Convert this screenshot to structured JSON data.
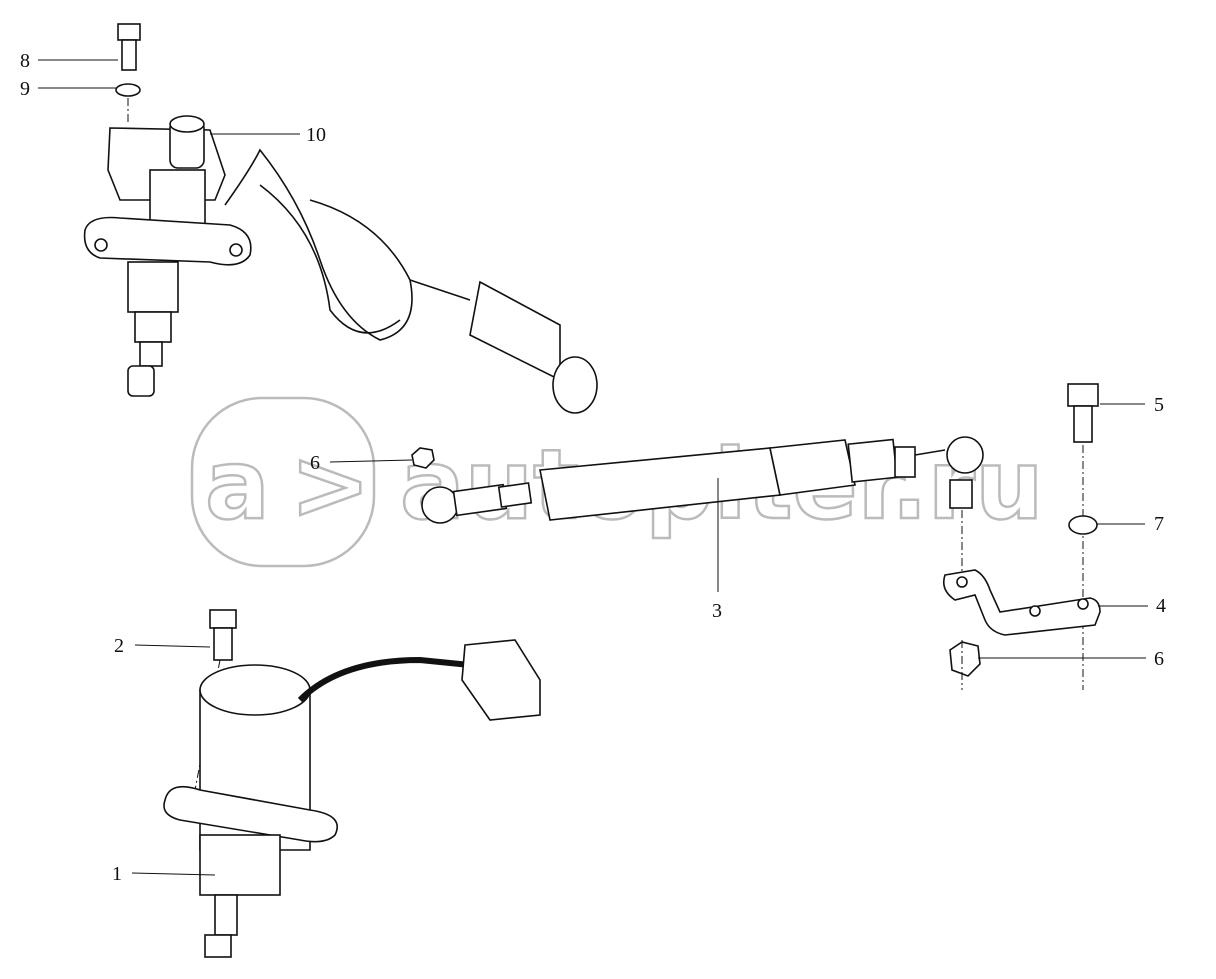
{
  "diagram": {
    "callouts": [
      {
        "id": "8",
        "part": "bolt"
      },
      {
        "id": "9",
        "part": "washer"
      },
      {
        "id": "10",
        "part": "solenoid-with-cable"
      },
      {
        "id": "5",
        "part": "bolt"
      },
      {
        "id": "6",
        "part": "nut"
      },
      {
        "id": "7",
        "part": "spring-washer"
      },
      {
        "id": "3",
        "part": "linkage-rod"
      },
      {
        "id": "4",
        "part": "bracket"
      },
      {
        "id": "6",
        "part": "nut"
      },
      {
        "id": "2",
        "part": "bolt"
      },
      {
        "id": "1",
        "part": "stop-solenoid"
      }
    ],
    "watermark": "autopiter.ru"
  },
  "colors": {
    "line": "#111111",
    "watermark": "#bbbbbb"
  }
}
